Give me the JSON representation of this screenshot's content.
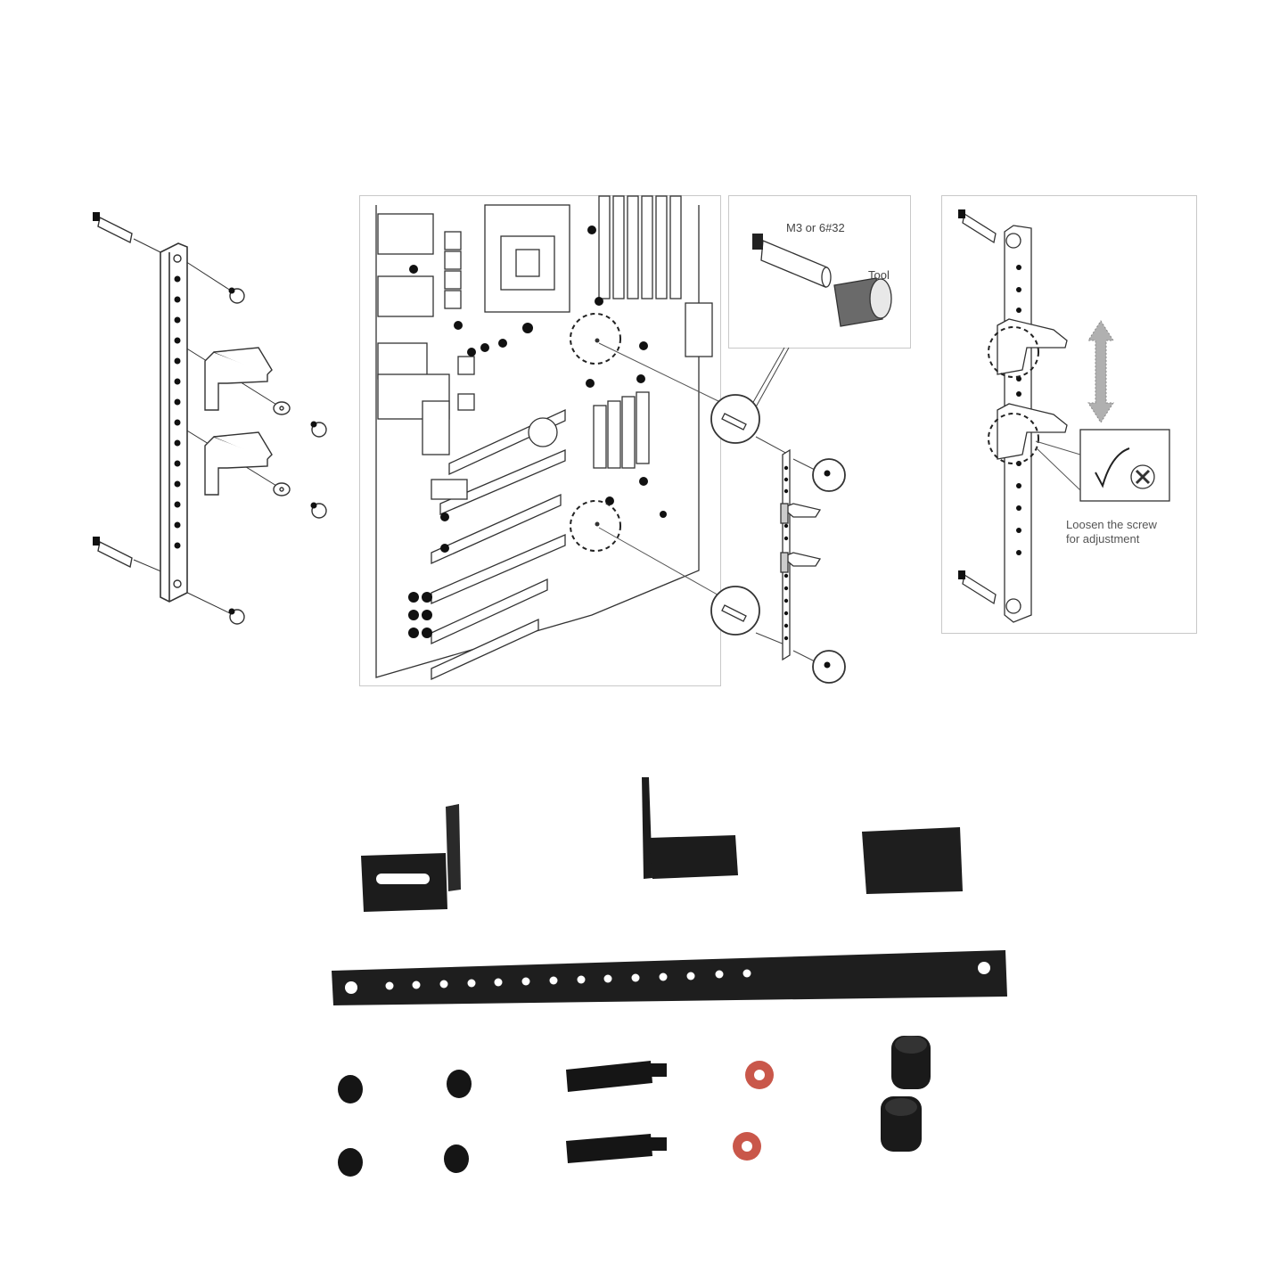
{
  "diagrams": {
    "exploded_view": {
      "title": "",
      "parts": [
        "standoff",
        "bracket-rail",
        "screw",
        "l-bracket",
        "washer"
      ]
    },
    "motherboard_view": {
      "callout": {
        "standoff_label": "M3 or 6#32",
        "tool_label": "Tool"
      }
    },
    "adjustment_view": {
      "note_line1": "Loosen the screw",
      "note_line2": "for adjustment"
    }
  },
  "parts_photo": {
    "brackets": [
      "l-bracket-slotted",
      "l-bracket-tab",
      "rubber-pad"
    ],
    "rail": {
      "hole_count": 16
    },
    "hardware": {
      "screws": 4,
      "standoffs": 2,
      "washers": 2,
      "thumb_nuts": 2
    }
  },
  "colors": {
    "line": "#333333",
    "panel_border": "#c8c8c8",
    "part_black": "#1c1c1c",
    "washer": "#c9574a",
    "arrow_gray": "#a8a8a8"
  }
}
